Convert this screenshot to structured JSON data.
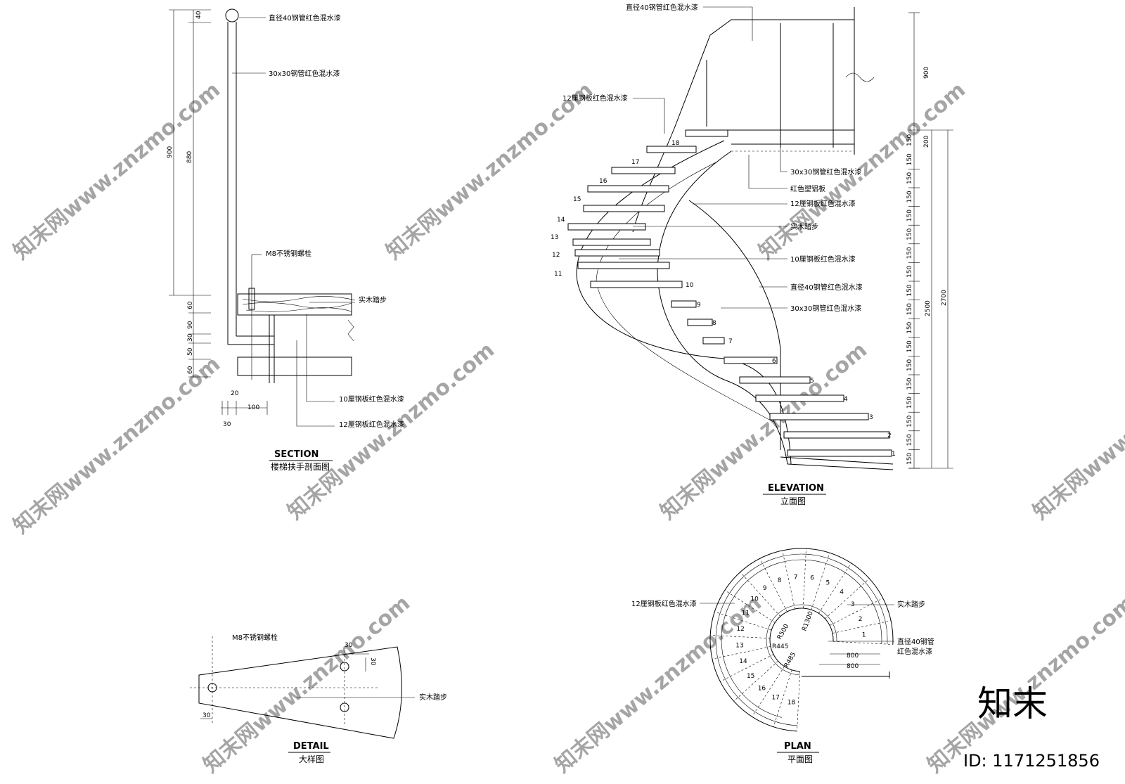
{
  "views": {
    "section": {
      "title": "SECTION",
      "subtitle": "楼梯扶手剖面图",
      "labels": {
        "rail": "直径40钢管红色混水漆",
        "post": "30x30钢管红色混水漆",
        "bolt": "M8不锈钢螺栓",
        "tread": "实木踏步",
        "plate10": "10厘钢板红色混水漆",
        "plate12": "12厘钢板红色混水漆"
      },
      "dims": {
        "d40": "40",
        "d900": "900",
        "d880": "880",
        "d60a": "60",
        "d90": "90",
        "d30": "30",
        "d50": "50",
        "d60b": "60",
        "d20": "20",
        "d100": "100",
        "d30b": "30"
      }
    },
    "elevation": {
      "title": "ELEVATION",
      "subtitle": "立面图",
      "labels": {
        "rail_top": "直径40钢管红色混水漆",
        "plate12_top": "12厘钢板红色混水漆",
        "post_a": "30x30钢管红色混水漆",
        "alu": "红色塑铝板",
        "plate12": "12厘钢板红色混水漆",
        "tread": "实木踏步",
        "plate10": "10厘钢板红色混水漆",
        "rail": "直径40钢管红色混水漆",
        "post_b": "30x30钢管红色混水漆"
      },
      "step_numbers": [
        "1",
        "2",
        "3",
        "4",
        "5",
        "6",
        "7",
        "8",
        "9",
        "10",
        "11",
        "12",
        "13",
        "14",
        "15",
        "16",
        "17",
        "18"
      ],
      "riser_dims": [
        "150",
        "150",
        "150",
        "150",
        "150",
        "150",
        "150",
        "150",
        "150",
        "150",
        "150",
        "150",
        "150",
        "150",
        "150",
        "150",
        "150"
      ],
      "dims": {
        "d900": "900",
        "d200": "200",
        "d150top": "150",
        "d2500": "2500",
        "d2700": "2700"
      }
    },
    "detail": {
      "title": "DETAIL",
      "subtitle": "大样图",
      "labels": {
        "bolt": "M8不锈钢螺栓",
        "tread": "实木踏步"
      },
      "dims": {
        "d30a": "30",
        "d30b": "30",
        "d30c": "30"
      }
    },
    "plan": {
      "title": "PLAN",
      "subtitle": "平面图",
      "labels": {
        "plate12": "12厘钢板红色混水漆",
        "tread": "实木踏步",
        "rail_1": "直径40钢管",
        "rail_2": "红色混水漆"
      },
      "radii": {
        "r500": "R500",
        "r1300": "R1300",
        "r445": "R445",
        "r485": "R485"
      },
      "dims": {
        "d800a": "800",
        "d800b": "800"
      },
      "step_numbers": [
        "1",
        "2",
        "3",
        "4",
        "5",
        "6",
        "7",
        "8",
        "9",
        "10",
        "11",
        "12",
        "13",
        "14",
        "15",
        "16",
        "17",
        "18"
      ]
    }
  },
  "watermark": {
    "diag": "知末网www.znzmo.com",
    "brand": "知末",
    "id": "ID: 1171251856"
  }
}
